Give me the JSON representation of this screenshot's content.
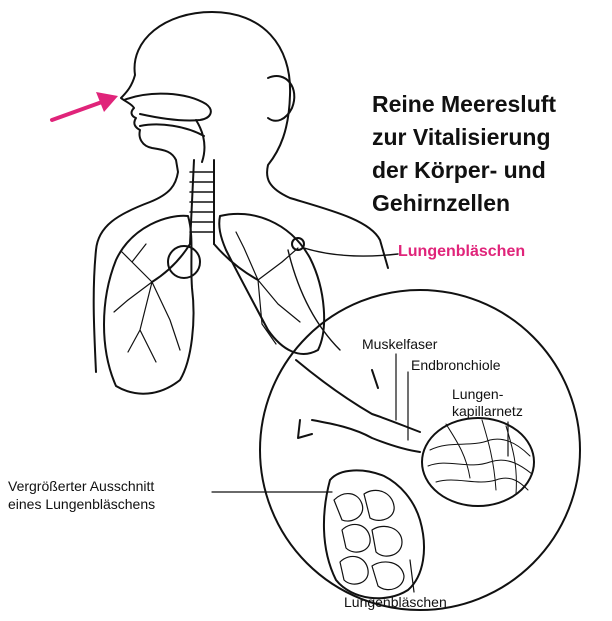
{
  "headline": {
    "lines": [
      "Reine Meeresluft",
      "zur Vitalisierung",
      "der Körper- und",
      "Gehirnzellen"
    ]
  },
  "labels": {
    "alveolus_pink": "Lungenbläschen",
    "muscle_fiber": "Muskelfaser",
    "end_bronchiole": "Endbronchiole",
    "capillary_net_line1": "Lungen-",
    "capillary_net_line2": "kapillarnetz",
    "magnified_line1": "Vergrößerter Ausschnitt",
    "magnified_line2": "eines Lungenbläschens",
    "alveoli_bottom": "Lungenbläschen"
  },
  "colors": {
    "accent": "#e0247a",
    "ink": "#111111",
    "background": "#ffffff"
  },
  "icons": {
    "arrow": "arrow-right-icon"
  }
}
